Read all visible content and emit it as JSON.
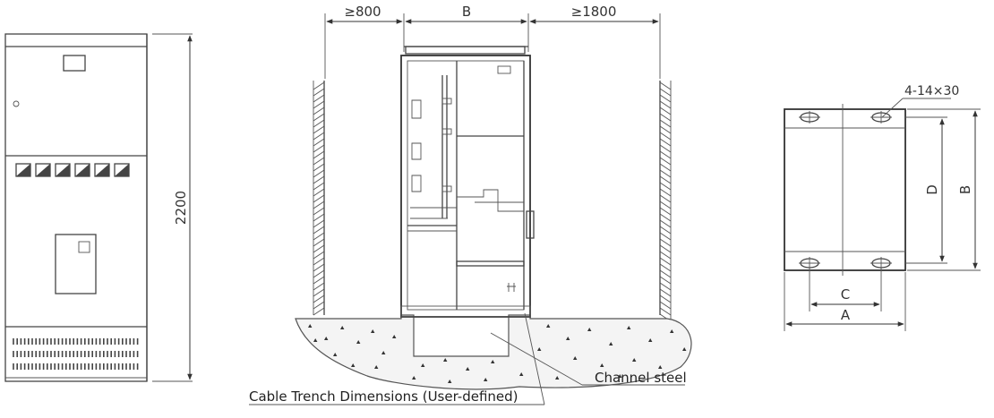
{
  "front_view": {
    "height_label": "2200"
  },
  "side_view": {
    "left_clearance_label": "≥800",
    "depth_label": "B",
    "right_clearance_label": "≥1800",
    "channel_steel_label": "Channel steel",
    "cable_trench_label": "Cable Trench Dimensions (User-defined)"
  },
  "base_plan": {
    "mounting_holes_label": "4-14×30",
    "dim_d_label": "D",
    "dim_b_label": "B",
    "dim_c_label": "C",
    "dim_a_label": "A"
  }
}
